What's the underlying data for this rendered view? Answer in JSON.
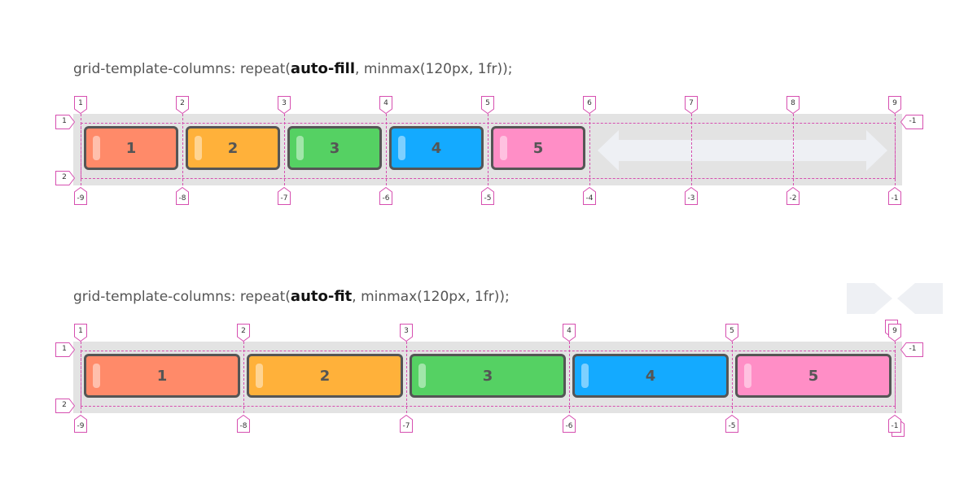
{
  "diagram_fill": {
    "heading_prefix": "grid-template-columns: repeat(",
    "heading_keyword": "auto-fill",
    "heading_suffix": ", minmax(120px, 1fr));",
    "items": [
      "1",
      "2",
      "3",
      "4",
      "5"
    ],
    "top_lines": [
      "1",
      "2",
      "3",
      "4",
      "5",
      "6",
      "7",
      "8",
      "9"
    ],
    "bottom_lines": [
      "-9",
      "-8",
      "-7",
      "-6",
      "-5",
      "-4",
      "-3",
      "-2",
      "-1"
    ],
    "row_lines_left": [
      "1",
      "2"
    ],
    "row_line_right": "-1"
  },
  "diagram_fit": {
    "heading_prefix": "grid-template-columns: repeat(",
    "heading_keyword": "auto-fit",
    "heading_suffix": ", minmax(120px, 1fr));",
    "items": [
      "1",
      "2",
      "3",
      "4",
      "5"
    ],
    "top_lines": [
      "1",
      "2",
      "3",
      "4",
      "5",
      "9"
    ],
    "bottom_lines": [
      "-9",
      "-8",
      "-7",
      "-6",
      "-5",
      "-1"
    ],
    "row_lines_left": [
      "1",
      "2"
    ],
    "row_line_right": "-1"
  },
  "colors": {
    "item_colors": [
      "#ff8a69",
      "#ffb13a",
      "#55d163",
      "#14aaff",
      "#ff8ec6"
    ],
    "line_color": "#d64fb0",
    "track_color": "#e3e3e3",
    "arrow_color": "#eef0f4"
  }
}
